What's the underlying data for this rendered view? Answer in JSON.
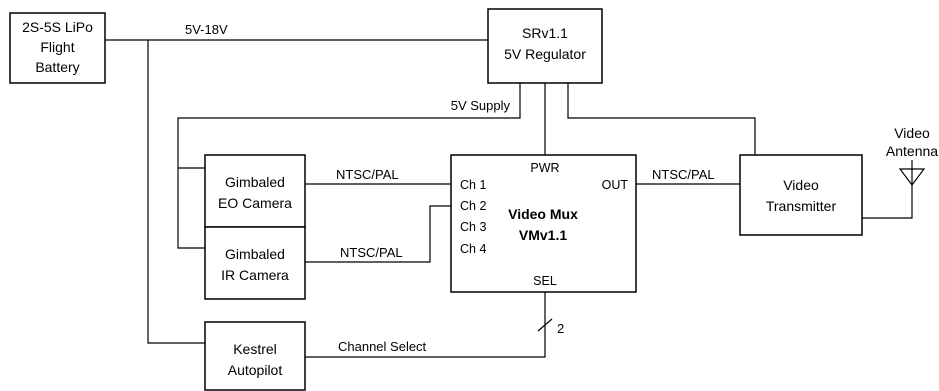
{
  "blocks": {
    "battery": [
      "2S-5S LiPo",
      "Flight",
      "Battery"
    ],
    "regulator": [
      "SRv1.1",
      "5V Regulator"
    ],
    "eo_camera": [
      "Gimbaled",
      "EO Camera"
    ],
    "ir_camera": [
      "Gimbaled",
      "IR Camera"
    ],
    "video_mux": {
      "title": [
        "Video Mux",
        "VMv1.1"
      ],
      "power_port": "PWR",
      "input_ports": [
        "Ch 1",
        "Ch 2",
        "Ch 3",
        "Ch 4"
      ],
      "output_port": "OUT",
      "select_port": "SEL"
    },
    "transmitter": [
      "Video",
      "Transmitter"
    ],
    "autopilot": [
      "Kestrel",
      "Autopilot"
    ],
    "antenna": [
      "Video",
      "Antenna"
    ]
  },
  "connections": {
    "battery_supply": "5V-18V",
    "regulated_supply": "5V Supply",
    "eo_video": "NTSC/PAL",
    "ir_video": "NTSC/PAL",
    "mux_output": "NTSC/PAL",
    "channel_select": "Channel Select",
    "select_bus_width": "2"
  }
}
